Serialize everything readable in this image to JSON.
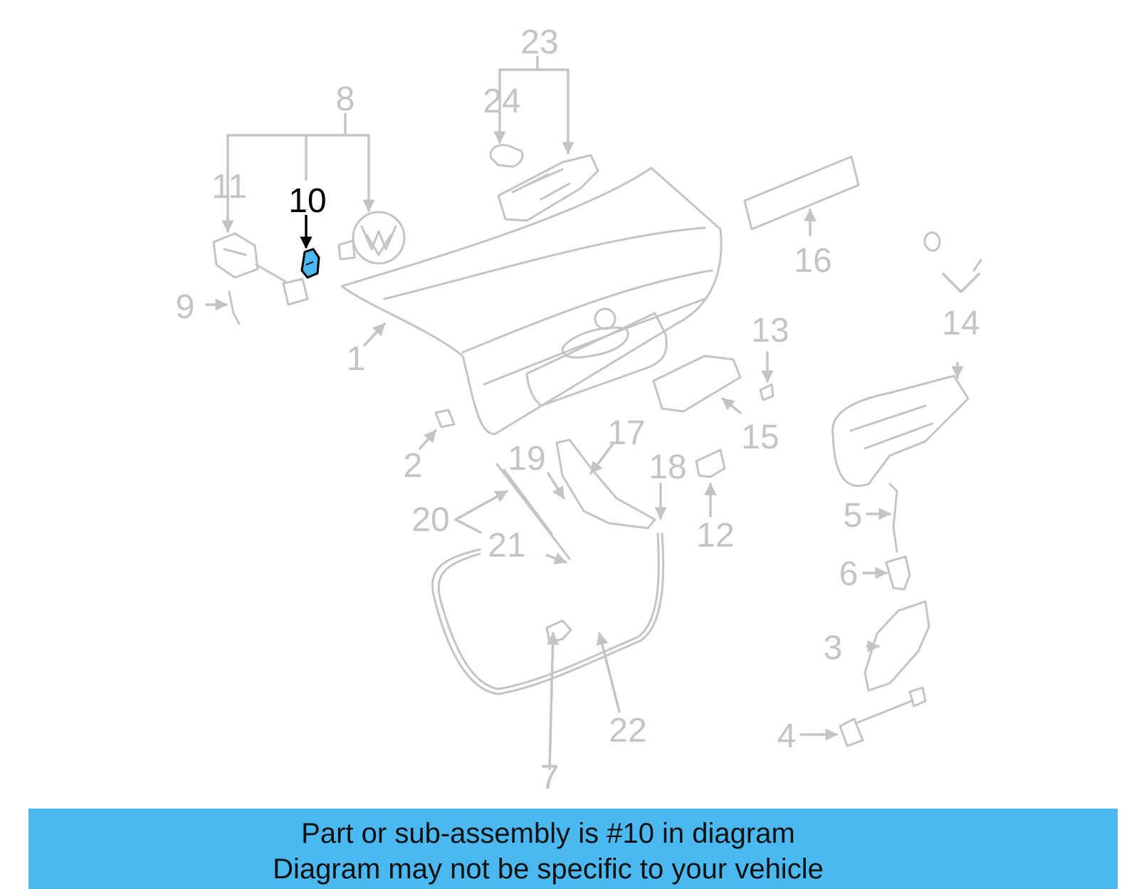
{
  "diagram": {
    "callouts": [
      "1",
      "2",
      "3",
      "4",
      "5",
      "6",
      "7",
      "8",
      "9",
      "10",
      "11",
      "12",
      "13",
      "14",
      "15",
      "16",
      "17",
      "18",
      "19",
      "20",
      "21",
      "22",
      "23",
      "24"
    ],
    "highlighted": "10",
    "highlight_color": "#4cb8f0",
    "part_color": "#c4c4c4"
  },
  "banner": {
    "line1": "Part or sub-assembly is #10 in diagram",
    "line2": "Diagram may not be specific to your vehicle",
    "background": "#4cb8f0"
  }
}
